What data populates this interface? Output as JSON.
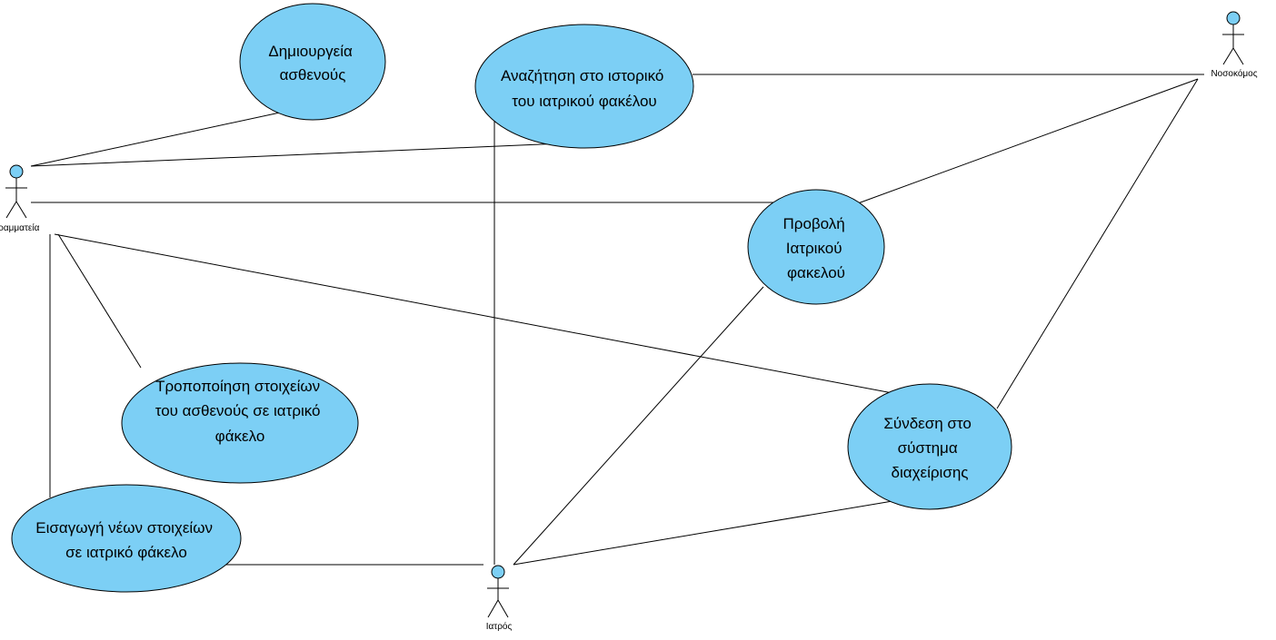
{
  "colors": {
    "use_case_fill": "#7ccff5",
    "line": "#000000",
    "background": "#ffffff"
  },
  "actors": {
    "secretary": {
      "label": "Γραμματεία"
    },
    "nurse": {
      "label": "Νοσοκόμος"
    },
    "doctor": {
      "label": "Ιατρός"
    }
  },
  "use_cases": {
    "create_patient": {
      "lines": [
        "Δημιουργεία",
        "ασθενούς"
      ]
    },
    "search_history": {
      "lines": [
        "Αναζήτηση στο ιστορικό",
        "του ιατρικού φακέλου"
      ]
    },
    "view_record": {
      "lines": [
        "Προβολή",
        "Ιατρικού",
        "φακελού"
      ]
    },
    "modify_data": {
      "lines": [
        "Τροποποίηση στοιχείων",
        "του ασθενούς σε ιατρικό",
        "φάκελο"
      ]
    },
    "login": {
      "lines": [
        "Σύνδεση στο",
        "σύστημα",
        "διαχείρισης"
      ]
    },
    "insert_data": {
      "lines": [
        "Εισαγωγή νέων στοιχείων",
        "σε ιατρικό φάκελο"
      ]
    }
  }
}
